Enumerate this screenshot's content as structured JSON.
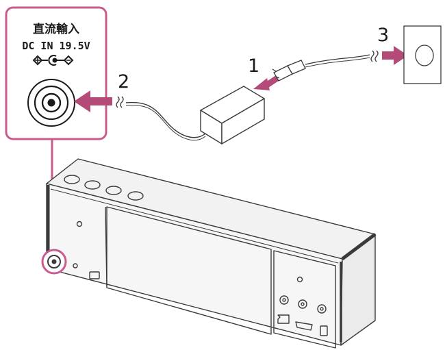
{
  "callout": {
    "jack_label_cjk": "直流輸入",
    "jack_label_spec": "DC IN 19.5V"
  },
  "steps": {
    "one": "1",
    "two": "2",
    "three": "3"
  },
  "colors": {
    "highlight": "#c95b8f",
    "arrow": "#b44a78",
    "line": "#3a3a3a",
    "body_fill": "#f4f4f4"
  },
  "icons": {
    "polarity": "dc-polarity-symbol-icon",
    "jack": "dc-in-jack-icon",
    "adapter": "ac-adapter-icon",
    "outlet": "wall-outlet-icon",
    "speaker": "speaker-unit-icon"
  }
}
